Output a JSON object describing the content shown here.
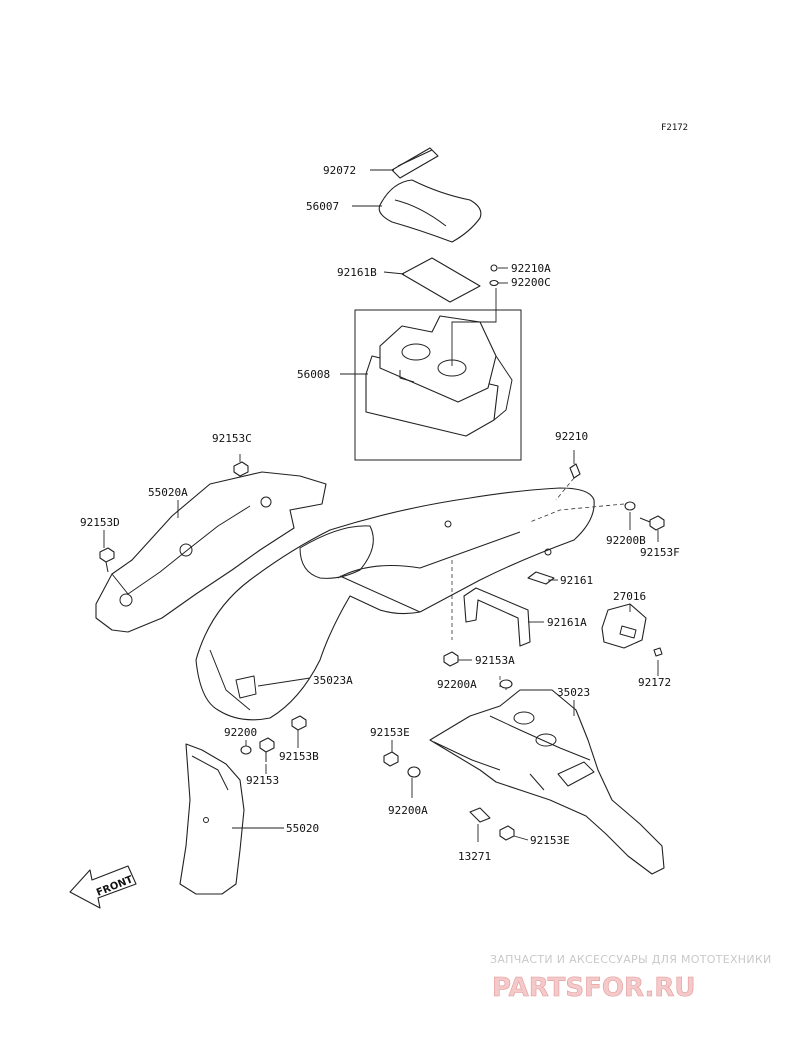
{
  "figure_code": "F2172",
  "labels": [
    "92072",
    "56007",
    "92161B",
    "92210A",
    "92200C",
    "56008",
    "92153C",
    "55020A",
    "92153D",
    "92210",
    "92200B",
    "92153F",
    "92161",
    "27016",
    "92161A",
    "92172",
    "92153A",
    "35023A",
    "92200A",
    "35023",
    "92200",
    "92153B",
    "92153",
    "92153E",
    "55020",
    "92200A",
    "13271",
    "92153E"
  ],
  "front_label": "FRONT",
  "watermark": {
    "tagline": "ЗАПЧАСТИ И АКСЕССУАРЫ ДЛЯ МОТОТЕХНИКИ",
    "brand": "PARTSFOR.RU"
  }
}
